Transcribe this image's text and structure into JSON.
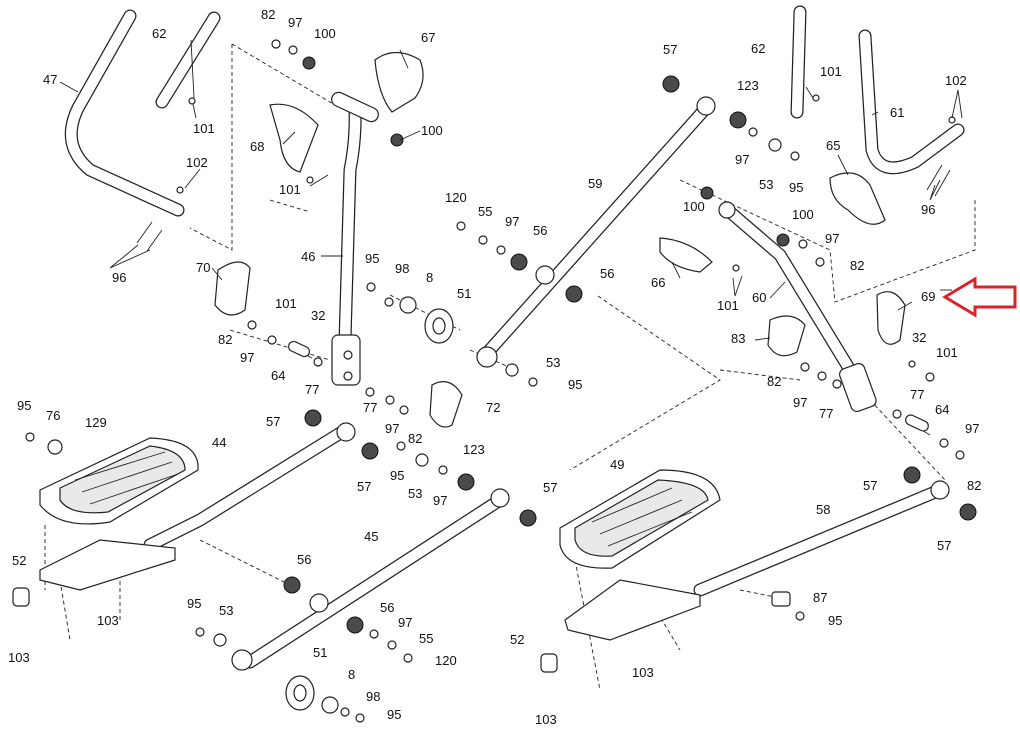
{
  "diagram": {
    "pointer_color": "#d9232a",
    "labels": [
      {
        "id": "l1",
        "text": "82"
      },
      {
        "id": "l2",
        "text": "97"
      },
      {
        "id": "l3",
        "text": "100"
      },
      {
        "id": "l4",
        "text": "67"
      },
      {
        "id": "l5",
        "text": "62"
      },
      {
        "id": "l6",
        "text": "47"
      },
      {
        "id": "l7",
        "text": "101"
      },
      {
        "id": "l8",
        "text": "68"
      },
      {
        "id": "l9",
        "text": "100"
      },
      {
        "id": "l10",
        "text": "101"
      },
      {
        "id": "l11",
        "text": "102"
      },
      {
        "id": "l12",
        "text": "96"
      },
      {
        "id": "l13",
        "text": "46"
      },
      {
        "id": "l14",
        "text": "70"
      },
      {
        "id": "l15",
        "text": "95"
      },
      {
        "id": "l16",
        "text": "98"
      },
      {
        "id": "l17",
        "text": "8"
      },
      {
        "id": "l18",
        "text": "51"
      },
      {
        "id": "l19",
        "text": "101"
      },
      {
        "id": "l20",
        "text": "32"
      },
      {
        "id": "l21",
        "text": "82"
      },
      {
        "id": "l22",
        "text": "97"
      },
      {
        "id": "l23",
        "text": "64"
      },
      {
        "id": "l24",
        "text": "77"
      },
      {
        "id": "l25",
        "text": "77"
      },
      {
        "id": "l26",
        "text": "97"
      },
      {
        "id": "l27",
        "text": "82"
      },
      {
        "id": "l28",
        "text": "72"
      },
      {
        "id": "l29",
        "text": "120"
      },
      {
        "id": "l30",
        "text": "55"
      },
      {
        "id": "l31",
        "text": "97"
      },
      {
        "id": "l32",
        "text": "56"
      },
      {
        "id": "l33",
        "text": "59"
      },
      {
        "id": "l34",
        "text": "56"
      },
      {
        "id": "l35",
        "text": "53"
      },
      {
        "id": "l36",
        "text": "95"
      },
      {
        "id": "l37",
        "text": "57"
      },
      {
        "id": "l38",
        "text": "123"
      },
      {
        "id": "l39",
        "text": "97"
      },
      {
        "id": "l40",
        "text": "53"
      },
      {
        "id": "l41",
        "text": "95"
      },
      {
        "id": "l42",
        "text": "62"
      },
      {
        "id": "l43",
        "text": "101"
      },
      {
        "id": "l44",
        "text": "61"
      },
      {
        "id": "l45",
        "text": "102"
      },
      {
        "id": "l46",
        "text": "65"
      },
      {
        "id": "l47",
        "text": "96"
      },
      {
        "id": "l48",
        "text": "100"
      },
      {
        "id": "l49",
        "text": "100"
      },
      {
        "id": "l50",
        "text": "97"
      },
      {
        "id": "l51",
        "text": "82"
      },
      {
        "id": "l52",
        "text": "66"
      },
      {
        "id": "l53",
        "text": "101"
      },
      {
        "id": "l54",
        "text": "60"
      },
      {
        "id": "l55",
        "text": "69"
      },
      {
        "id": "l56",
        "text": "83"
      },
      {
        "id": "l57",
        "text": "32"
      },
      {
        "id": "l58",
        "text": "101"
      },
      {
        "id": "l59",
        "text": "82"
      },
      {
        "id": "l60",
        "text": "97"
      },
      {
        "id": "l61",
        "text": "77"
      },
      {
        "id": "l62",
        "text": "77"
      },
      {
        "id": "l63",
        "text": "64"
      },
      {
        "id": "l64",
        "text": "97"
      },
      {
        "id": "l65",
        "text": "82"
      },
      {
        "id": "l66",
        "text": "95"
      },
      {
        "id": "l67",
        "text": "76"
      },
      {
        "id": "l68",
        "text": "129"
      },
      {
        "id": "l69",
        "text": "57"
      },
      {
        "id": "l70",
        "text": "44"
      },
      {
        "id": "l71",
        "text": "57"
      },
      {
        "id": "l72",
        "text": "95"
      },
      {
        "id": "l73",
        "text": "53"
      },
      {
        "id": "l74",
        "text": "97"
      },
      {
        "id": "l75",
        "text": "123"
      },
      {
        "id": "l76",
        "text": "57"
      },
      {
        "id": "l77",
        "text": "49"
      },
      {
        "id": "l78",
        "text": "57"
      },
      {
        "id": "l79",
        "text": "58"
      },
      {
        "id": "l80",
        "text": "57"
      },
      {
        "id": "l81",
        "text": "52"
      },
      {
        "id": "l82",
        "text": "103"
      },
      {
        "id": "l83",
        "text": "103"
      },
      {
        "id": "l84",
        "text": "56"
      },
      {
        "id": "l85",
        "text": "45"
      },
      {
        "id": "l86",
        "text": "95"
      },
      {
        "id": "l87",
        "text": "53"
      },
      {
        "id": "l88",
        "text": "56"
      },
      {
        "id": "l89",
        "text": "97"
      },
      {
        "id": "l90",
        "text": "55"
      },
      {
        "id": "l91",
        "text": "120"
      },
      {
        "id": "l92",
        "text": "51"
      },
      {
        "id": "l93",
        "text": "8"
      },
      {
        "id": "l94",
        "text": "98"
      },
      {
        "id": "l95",
        "text": "95"
      },
      {
        "id": "l96",
        "text": "52"
      },
      {
        "id": "l97",
        "text": "103"
      },
      {
        "id": "l98",
        "text": "103"
      },
      {
        "id": "l99",
        "text": "87"
      },
      {
        "id": "l100",
        "text": "95"
      }
    ]
  }
}
